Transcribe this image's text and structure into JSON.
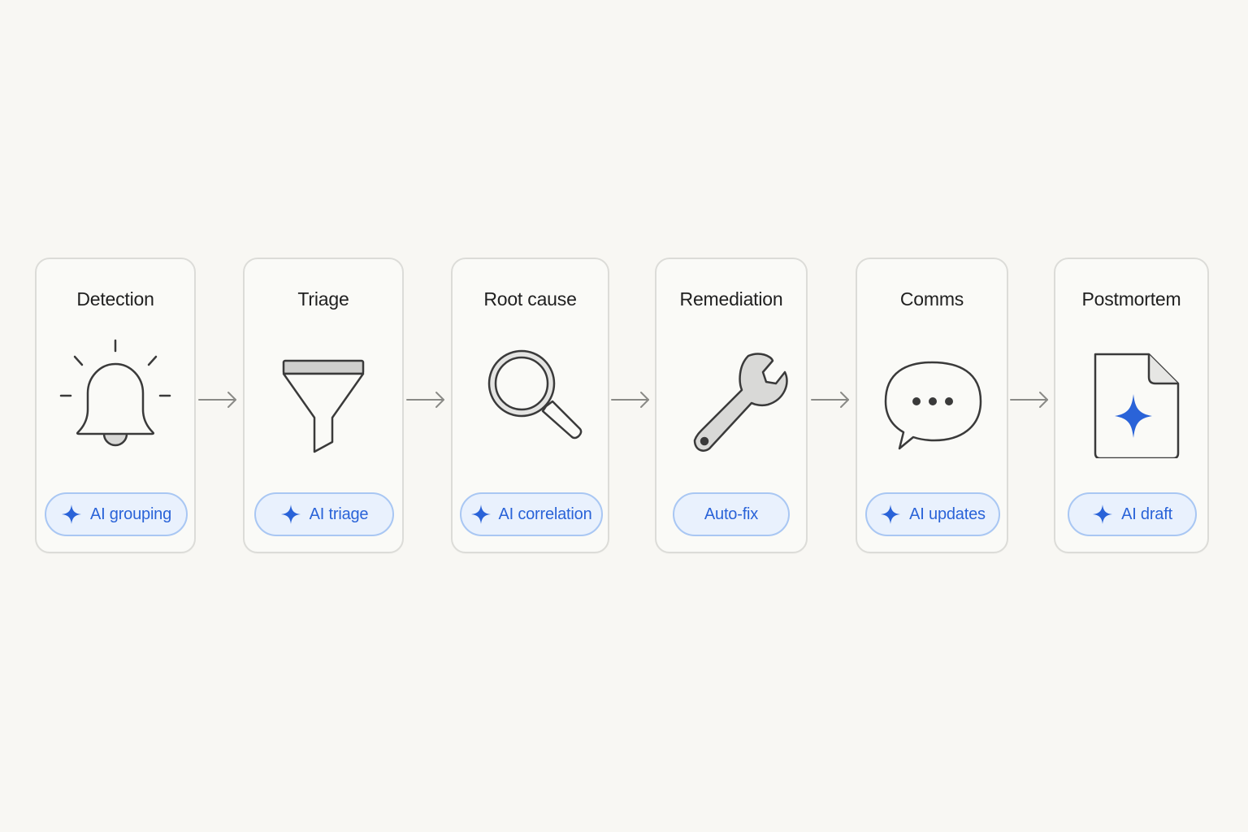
{
  "colors": {
    "background": "#f8f7f3",
    "card_border": "#dcdcd8",
    "pill_fill": "#e9f1fd",
    "pill_border": "#a9c7f3",
    "accent_blue": "#2a63d8",
    "arrow": "#8a8a86",
    "icon_stroke": "#3a3a3a"
  },
  "stages": [
    {
      "title": "Detection",
      "icon": "bell-icon",
      "badge": "AI grouping",
      "badge_icon": "sparkle-icon"
    },
    {
      "title": "Triage",
      "icon": "funnel-icon",
      "badge": "AI triage",
      "badge_icon": "sparkle-icon"
    },
    {
      "title": "Root cause",
      "icon": "magnifier-icon",
      "badge": "AI correlation",
      "badge_icon": "sparkle-icon"
    },
    {
      "title": "Remediation",
      "icon": "wrench-icon",
      "badge": "Auto-fix",
      "badge_icon": ""
    },
    {
      "title": "Comms",
      "icon": "chat-bubble-icon",
      "badge": "AI updates",
      "badge_icon": "sparkle-icon"
    },
    {
      "title": "Postmortem",
      "icon": "document-sparkle-icon",
      "badge": "AI draft",
      "badge_icon": "sparkle-icon"
    }
  ],
  "connector_icon": "arrow-right-icon"
}
